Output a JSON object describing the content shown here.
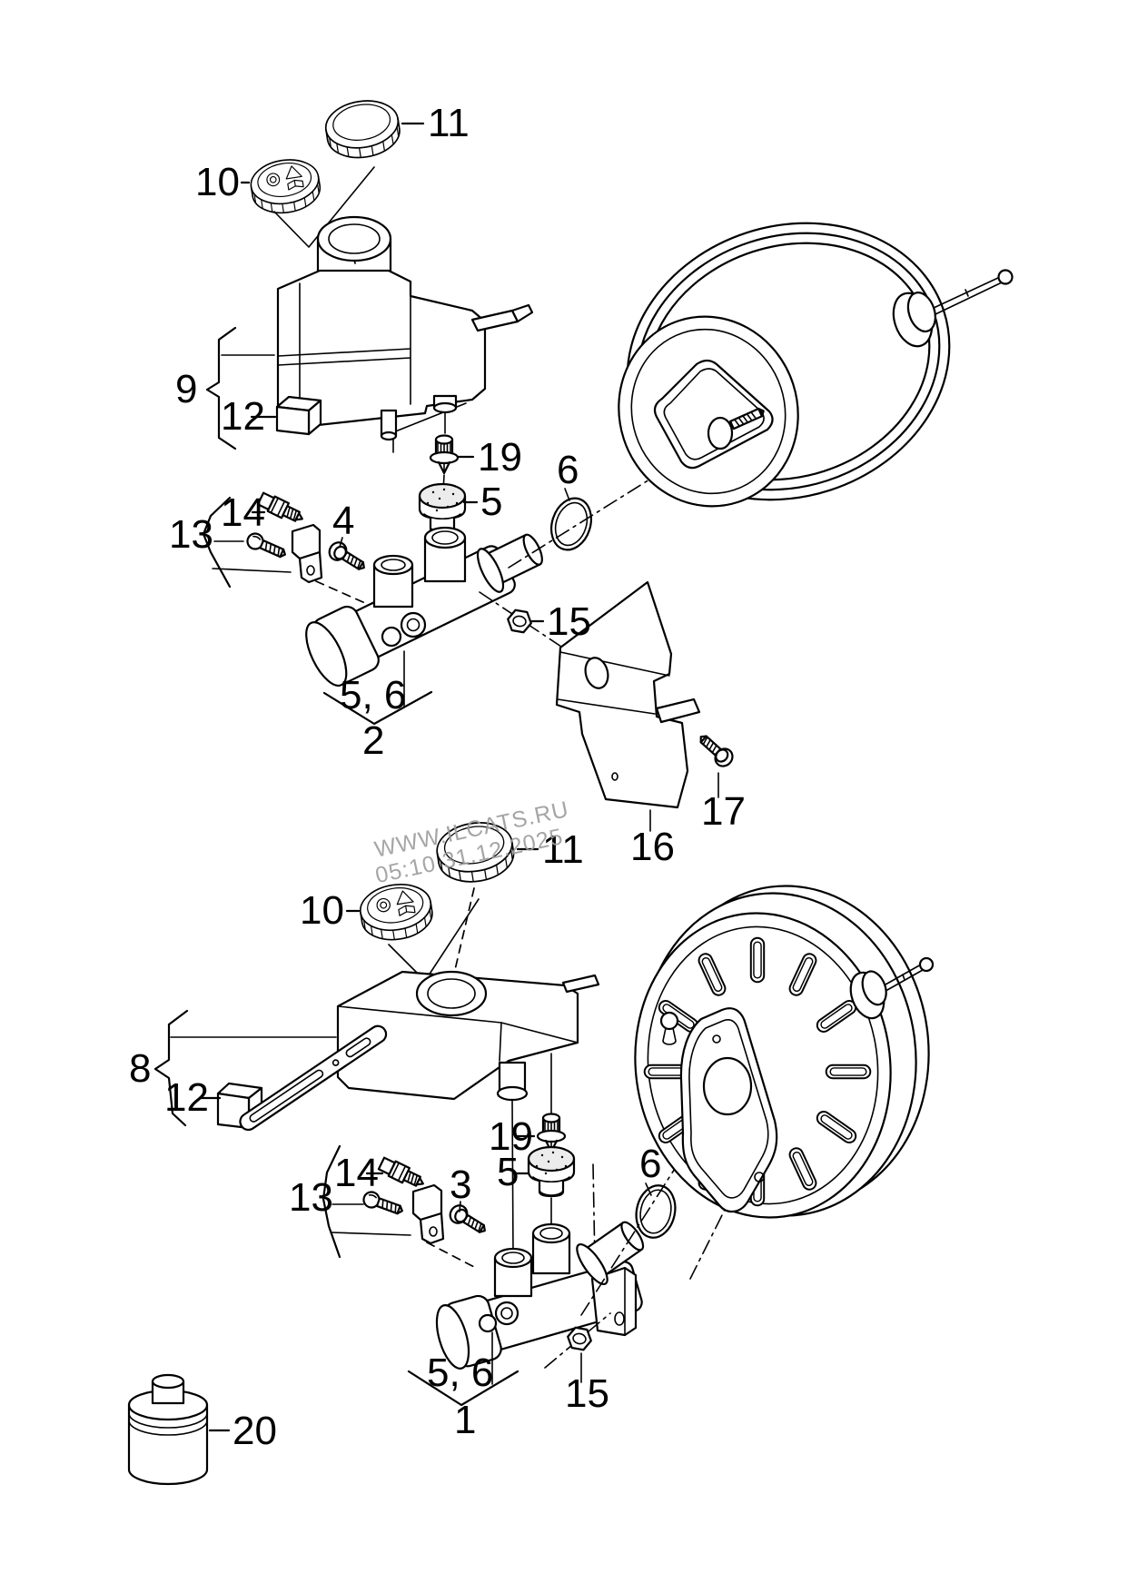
{
  "page": {
    "background": "#ffffff",
    "ink": "#000000"
  },
  "watermark": {
    "line1": "WWW.ILCATS.RU",
    "line2": "05:10 31.12.2025",
    "color": "#9c9c9c"
  },
  "callouts": {
    "upper": {
      "n2": "2",
      "n4": "4",
      "n5": "5",
      "n5_6": "5, 6",
      "n6": "6",
      "n9": "9",
      "n10": "10",
      "n11": "11",
      "n12": "12",
      "n13": "13",
      "n14": "14",
      "n15": "15",
      "n16": "16",
      "n17": "17",
      "n19": "19"
    },
    "lower": {
      "n1": "1",
      "n3": "3",
      "n5": "5",
      "n5_6": "5, 6",
      "n6": "6",
      "n8": "8",
      "n10": "10",
      "n11": "11",
      "n12": "12",
      "n13": "13",
      "n14": "14",
      "n15": "15",
      "n19": "19",
      "n20": "20"
    }
  }
}
